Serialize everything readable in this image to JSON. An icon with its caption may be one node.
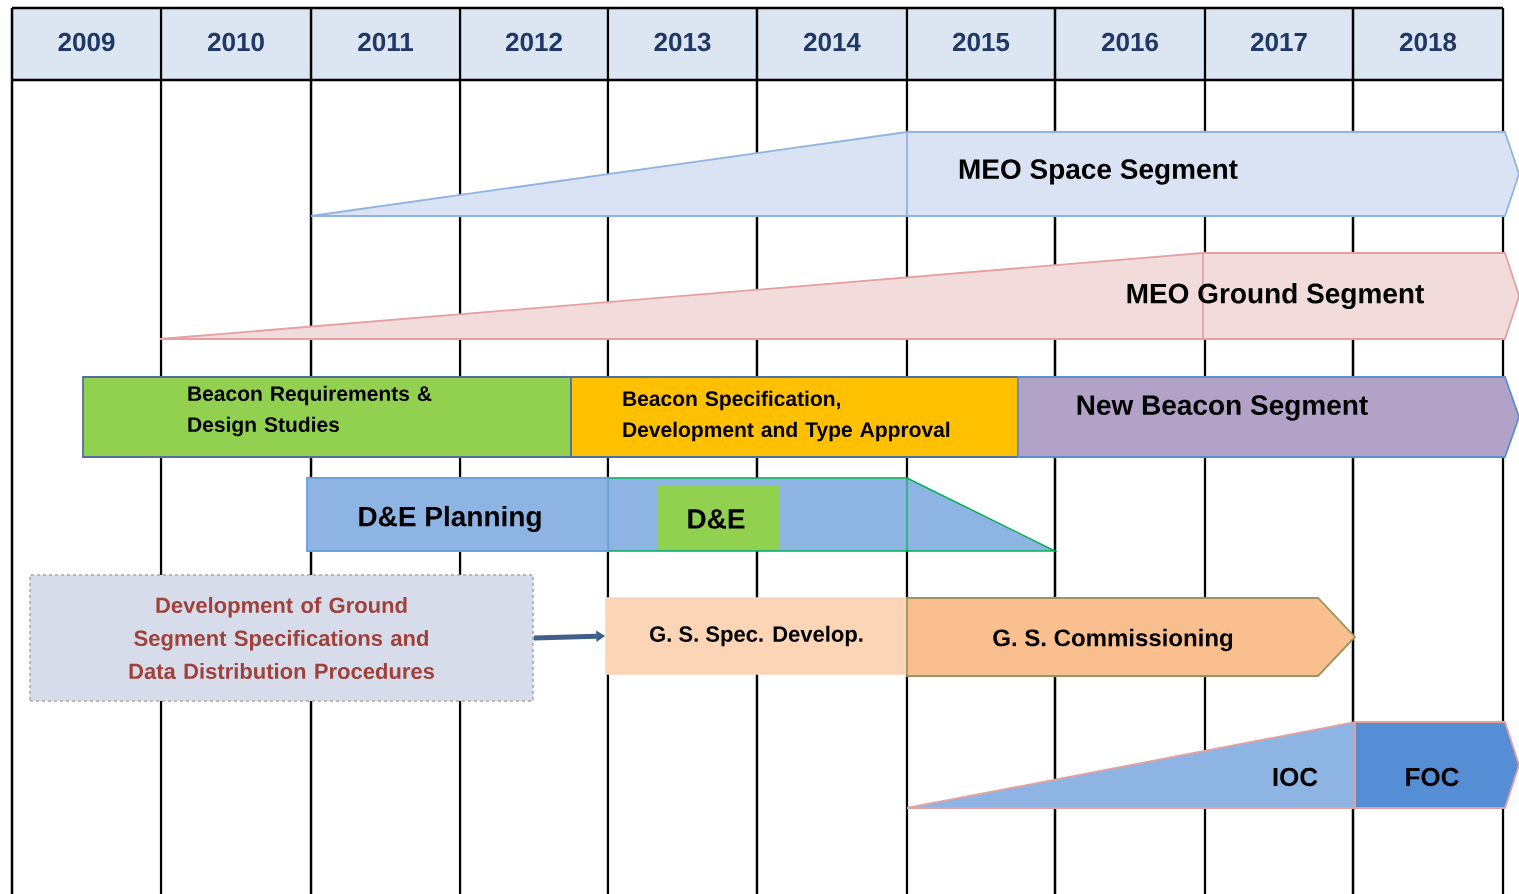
{
  "diagram": {
    "nodes": [
      {
        "text": [
          "MEO Space Segment"
        ]
      },
      {
        "text": [
          "MEO Ground Segment"
        ]
      },
      {
        "text": [
          "Beacon Requirements & Design Studies"
        ]
      },
      {
        "text": [
          "Beacon Specification, Development and Type Approval"
        ]
      },
      {
        "text": [
          "New Beacon Segment"
        ]
      },
      {
        "text": [
          "D&E Planning"
        ]
      },
      {
        "text": [
          "D&E"
        ]
      },
      {
        "text": [
          "Development of Ground Segment Specifications and Data Distribution Procedures"
        ]
      },
      {
        "text": [
          "G. S. Spec. Develop."
        ]
      },
      {
        "text": [
          "G. S. Commissioning"
        ]
      },
      {
        "text": [
          "IOC"
        ]
      },
      {
        "text": [
          "FOC"
        ]
      }
    ],
    "edges": [
      {
        "from": 7,
        "to": 8,
        "arrow": "to",
        "color": "#3e5f8a"
      }
    ],
    "labels": [
      "2009",
      "2010",
      "2011",
      "2012",
      "2013",
      "2014",
      "2015",
      "2016",
      "2017",
      "2018"
    ]
  }
}
